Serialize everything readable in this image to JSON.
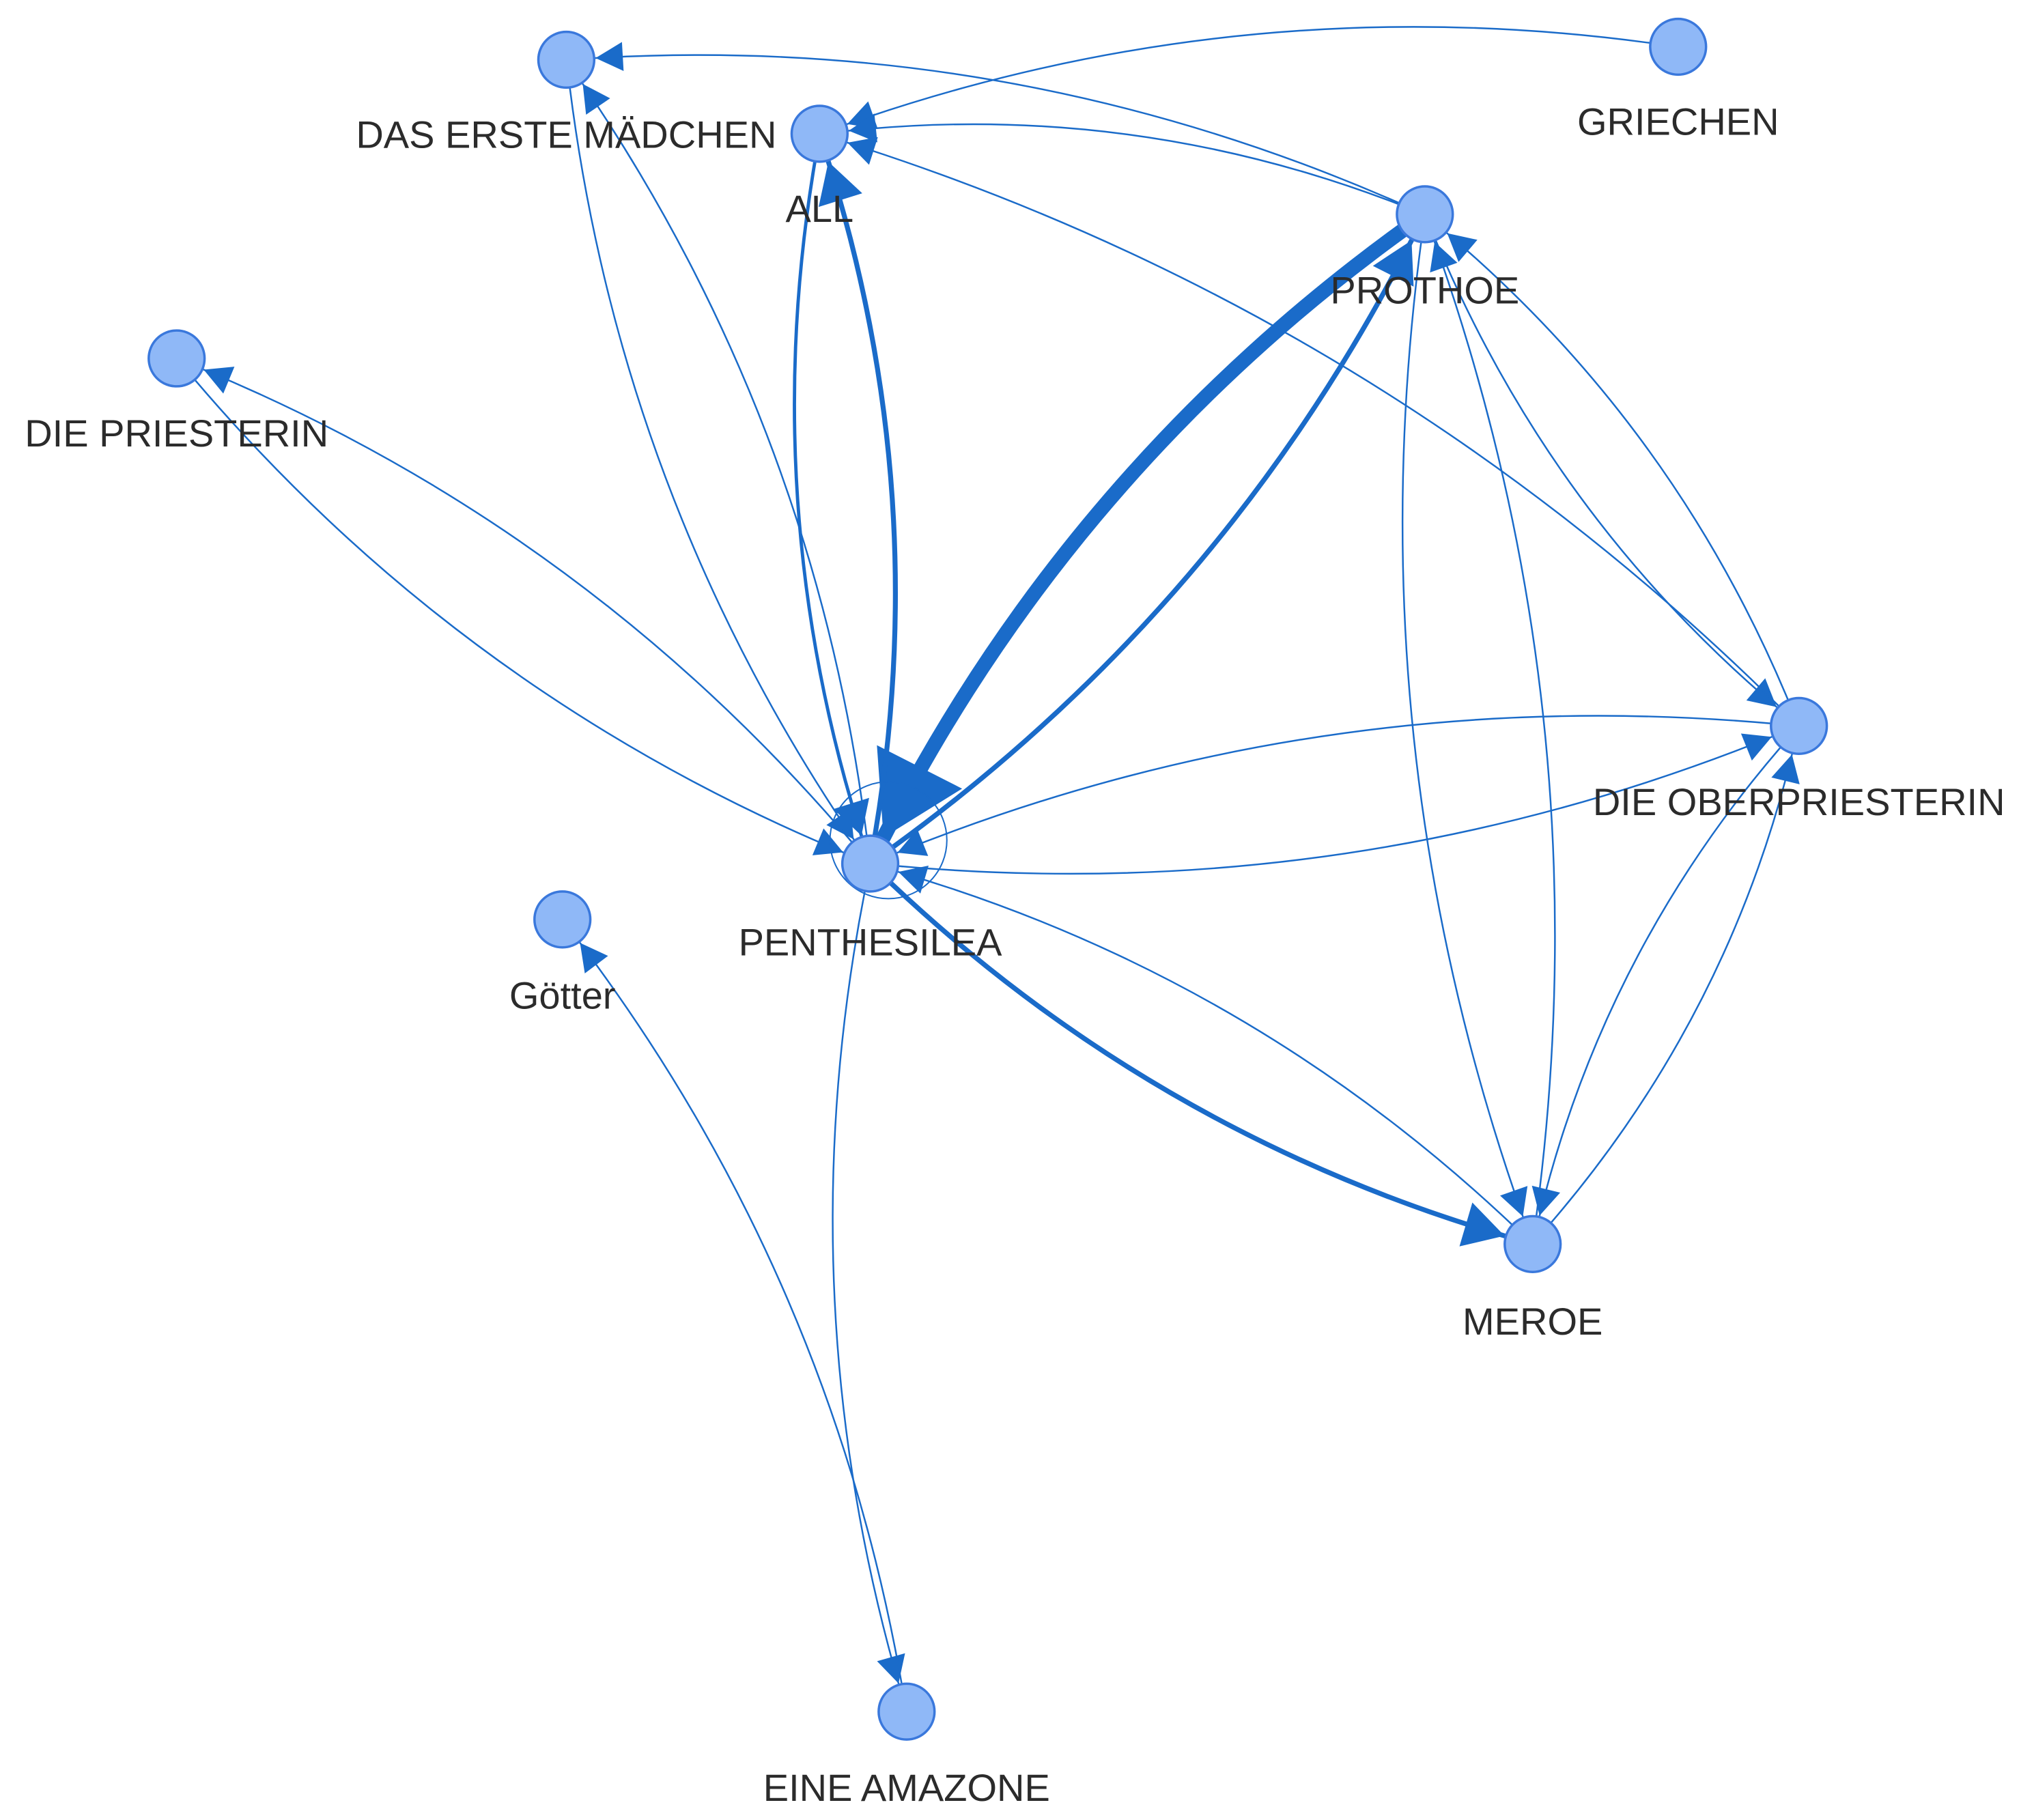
{
  "colors": {
    "node_fill": "#8fb8f7",
    "node_stroke": "#3a78dc",
    "edge": "#1a6bc9",
    "label": "#2b2b2b",
    "background": "#ffffff"
  },
  "nodes": [
    {
      "id": "penthesilea",
      "label": "PENTHESILEA"
    },
    {
      "id": "prothoe",
      "label": "PROTHOE"
    },
    {
      "id": "all",
      "label": "ALL"
    },
    {
      "id": "das_erste_maedchen",
      "label": "DAS ERSTE MÄDCHEN"
    },
    {
      "id": "griechen",
      "label": "GRIECHEN"
    },
    {
      "id": "die_priesterin",
      "label": "DIE PRIESTERIN"
    },
    {
      "id": "die_oberpriesterin",
      "label": "DIE OBERPRIESTERIN"
    },
    {
      "id": "meroe",
      "label": "MEROE"
    },
    {
      "id": "goetter",
      "label": "Götter"
    },
    {
      "id": "eine_amazone",
      "label": "EINE AMAZONE"
    }
  ],
  "edges": [
    {
      "from": "prothoe",
      "to": "penthesilea",
      "weight": 9
    },
    {
      "from": "penthesilea",
      "to": "prothoe",
      "weight": 3
    },
    {
      "from": "penthesilea",
      "to": "all",
      "weight": 3
    },
    {
      "from": "all",
      "to": "penthesilea",
      "weight": 2
    },
    {
      "from": "penthesilea",
      "to": "meroe",
      "weight": 3
    },
    {
      "from": "meroe",
      "to": "penthesilea",
      "weight": 1
    },
    {
      "from": "penthesilea",
      "to": "die_oberpriesterin",
      "weight": 1
    },
    {
      "from": "die_oberpriesterin",
      "to": "penthesilea",
      "weight": 1
    },
    {
      "from": "penthesilea",
      "to": "das_erste_maedchen",
      "weight": 1
    },
    {
      "from": "das_erste_maedchen",
      "to": "penthesilea",
      "weight": 1
    },
    {
      "from": "penthesilea",
      "to": "die_priesterin",
      "weight": 1
    },
    {
      "from": "die_priesterin",
      "to": "penthesilea",
      "weight": 1
    },
    {
      "from": "penthesilea",
      "to": "eine_amazone",
      "weight": 1
    },
    {
      "from": "eine_amazone",
      "to": "goetter",
      "weight": 1
    },
    {
      "from": "griechen",
      "to": "all",
      "weight": 1
    },
    {
      "from": "prothoe",
      "to": "all",
      "weight": 1
    },
    {
      "from": "prothoe",
      "to": "das_erste_maedchen",
      "weight": 1
    },
    {
      "from": "prothoe",
      "to": "die_oberpriesterin",
      "weight": 1
    },
    {
      "from": "prothoe",
      "to": "meroe",
      "weight": 1
    },
    {
      "from": "meroe",
      "to": "prothoe",
      "weight": 1
    },
    {
      "from": "meroe",
      "to": "die_oberpriesterin",
      "weight": 1
    },
    {
      "from": "die_oberpriesterin",
      "to": "meroe",
      "weight": 1
    },
    {
      "from": "die_oberpriesterin",
      "to": "all",
      "weight": 1
    },
    {
      "from": "die_oberpriesterin",
      "to": "prothoe",
      "weight": 1
    },
    {
      "from": "penthesilea",
      "to": "penthesilea",
      "weight": 1
    }
  ]
}
